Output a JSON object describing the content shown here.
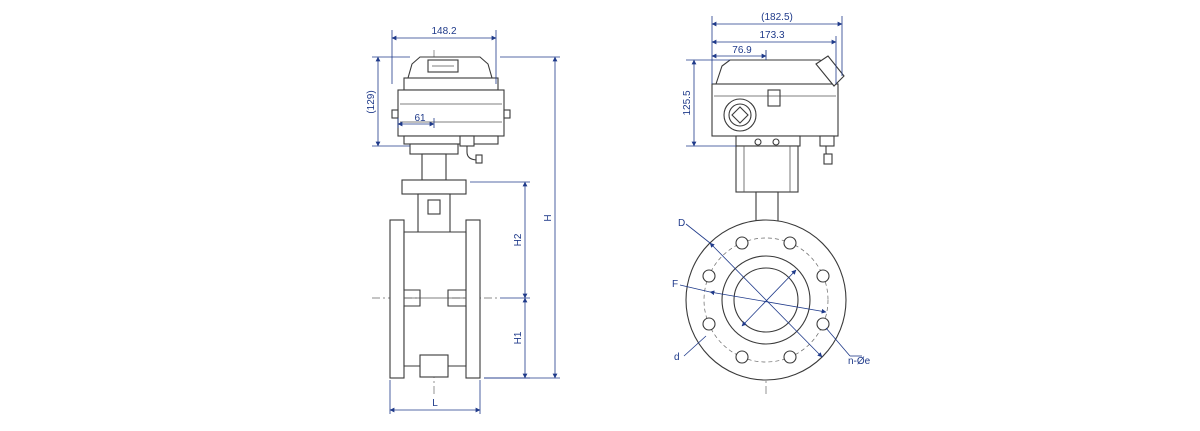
{
  "colors": {
    "line": "#3a3a3a",
    "dimension": "#1f3a8a"
  },
  "side_view": {
    "dim_width": "148.2",
    "dim_height_actuator": "(129)",
    "dim_offset": "61",
    "label_H": "H",
    "label_H1": "H1",
    "label_H2": "H2",
    "label_L": "L"
  },
  "front_view": {
    "dim_182": "(182.5)",
    "dim_173": "173.3",
    "dim_76": "76.9",
    "dim_125": "125.5",
    "label_D": "D",
    "label_F": "F",
    "label_d": "d",
    "label_nOe": "n-Øe"
  }
}
